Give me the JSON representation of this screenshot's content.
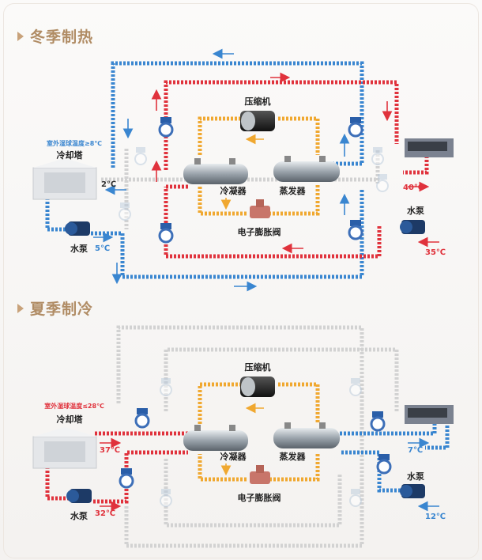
{
  "winter": {
    "title": "冬季制热",
    "compressor": "压缩机",
    "condenser": "冷凝器",
    "evaporator": "蒸发器",
    "expansion_valve": "电子膨胀阀",
    "cooling_tower": "冷却塔",
    "tower_condition": "室外湿球温度≥8℃",
    "pump_left": "水泵",
    "pump_right": "水泵",
    "temp_tower_out": "2℃",
    "temp_tower_in": "5℃",
    "temp_supply": "40℃",
    "temp_return": "35℃"
  },
  "summer": {
    "title": "夏季制冷",
    "compressor": "压缩机",
    "condenser": "冷凝器",
    "evaporator": "蒸发器",
    "expansion_valve": "电子膨胀阀",
    "cooling_tower": "冷却塔",
    "tower_condition": "室外湿球温度≤28℃",
    "pump_left": "水泵",
    "pump_right": "水泵",
    "temp_tower_in": "37℃",
    "temp_tower_out": "32℃",
    "temp_supply": "7℃",
    "temp_return": "12℃"
  },
  "colors": {
    "hot": "#e0323c",
    "cold": "#3a86d0",
    "refrigerant": "#f0a830",
    "idle": "#d2d2d2",
    "title": "#b08c64"
  }
}
